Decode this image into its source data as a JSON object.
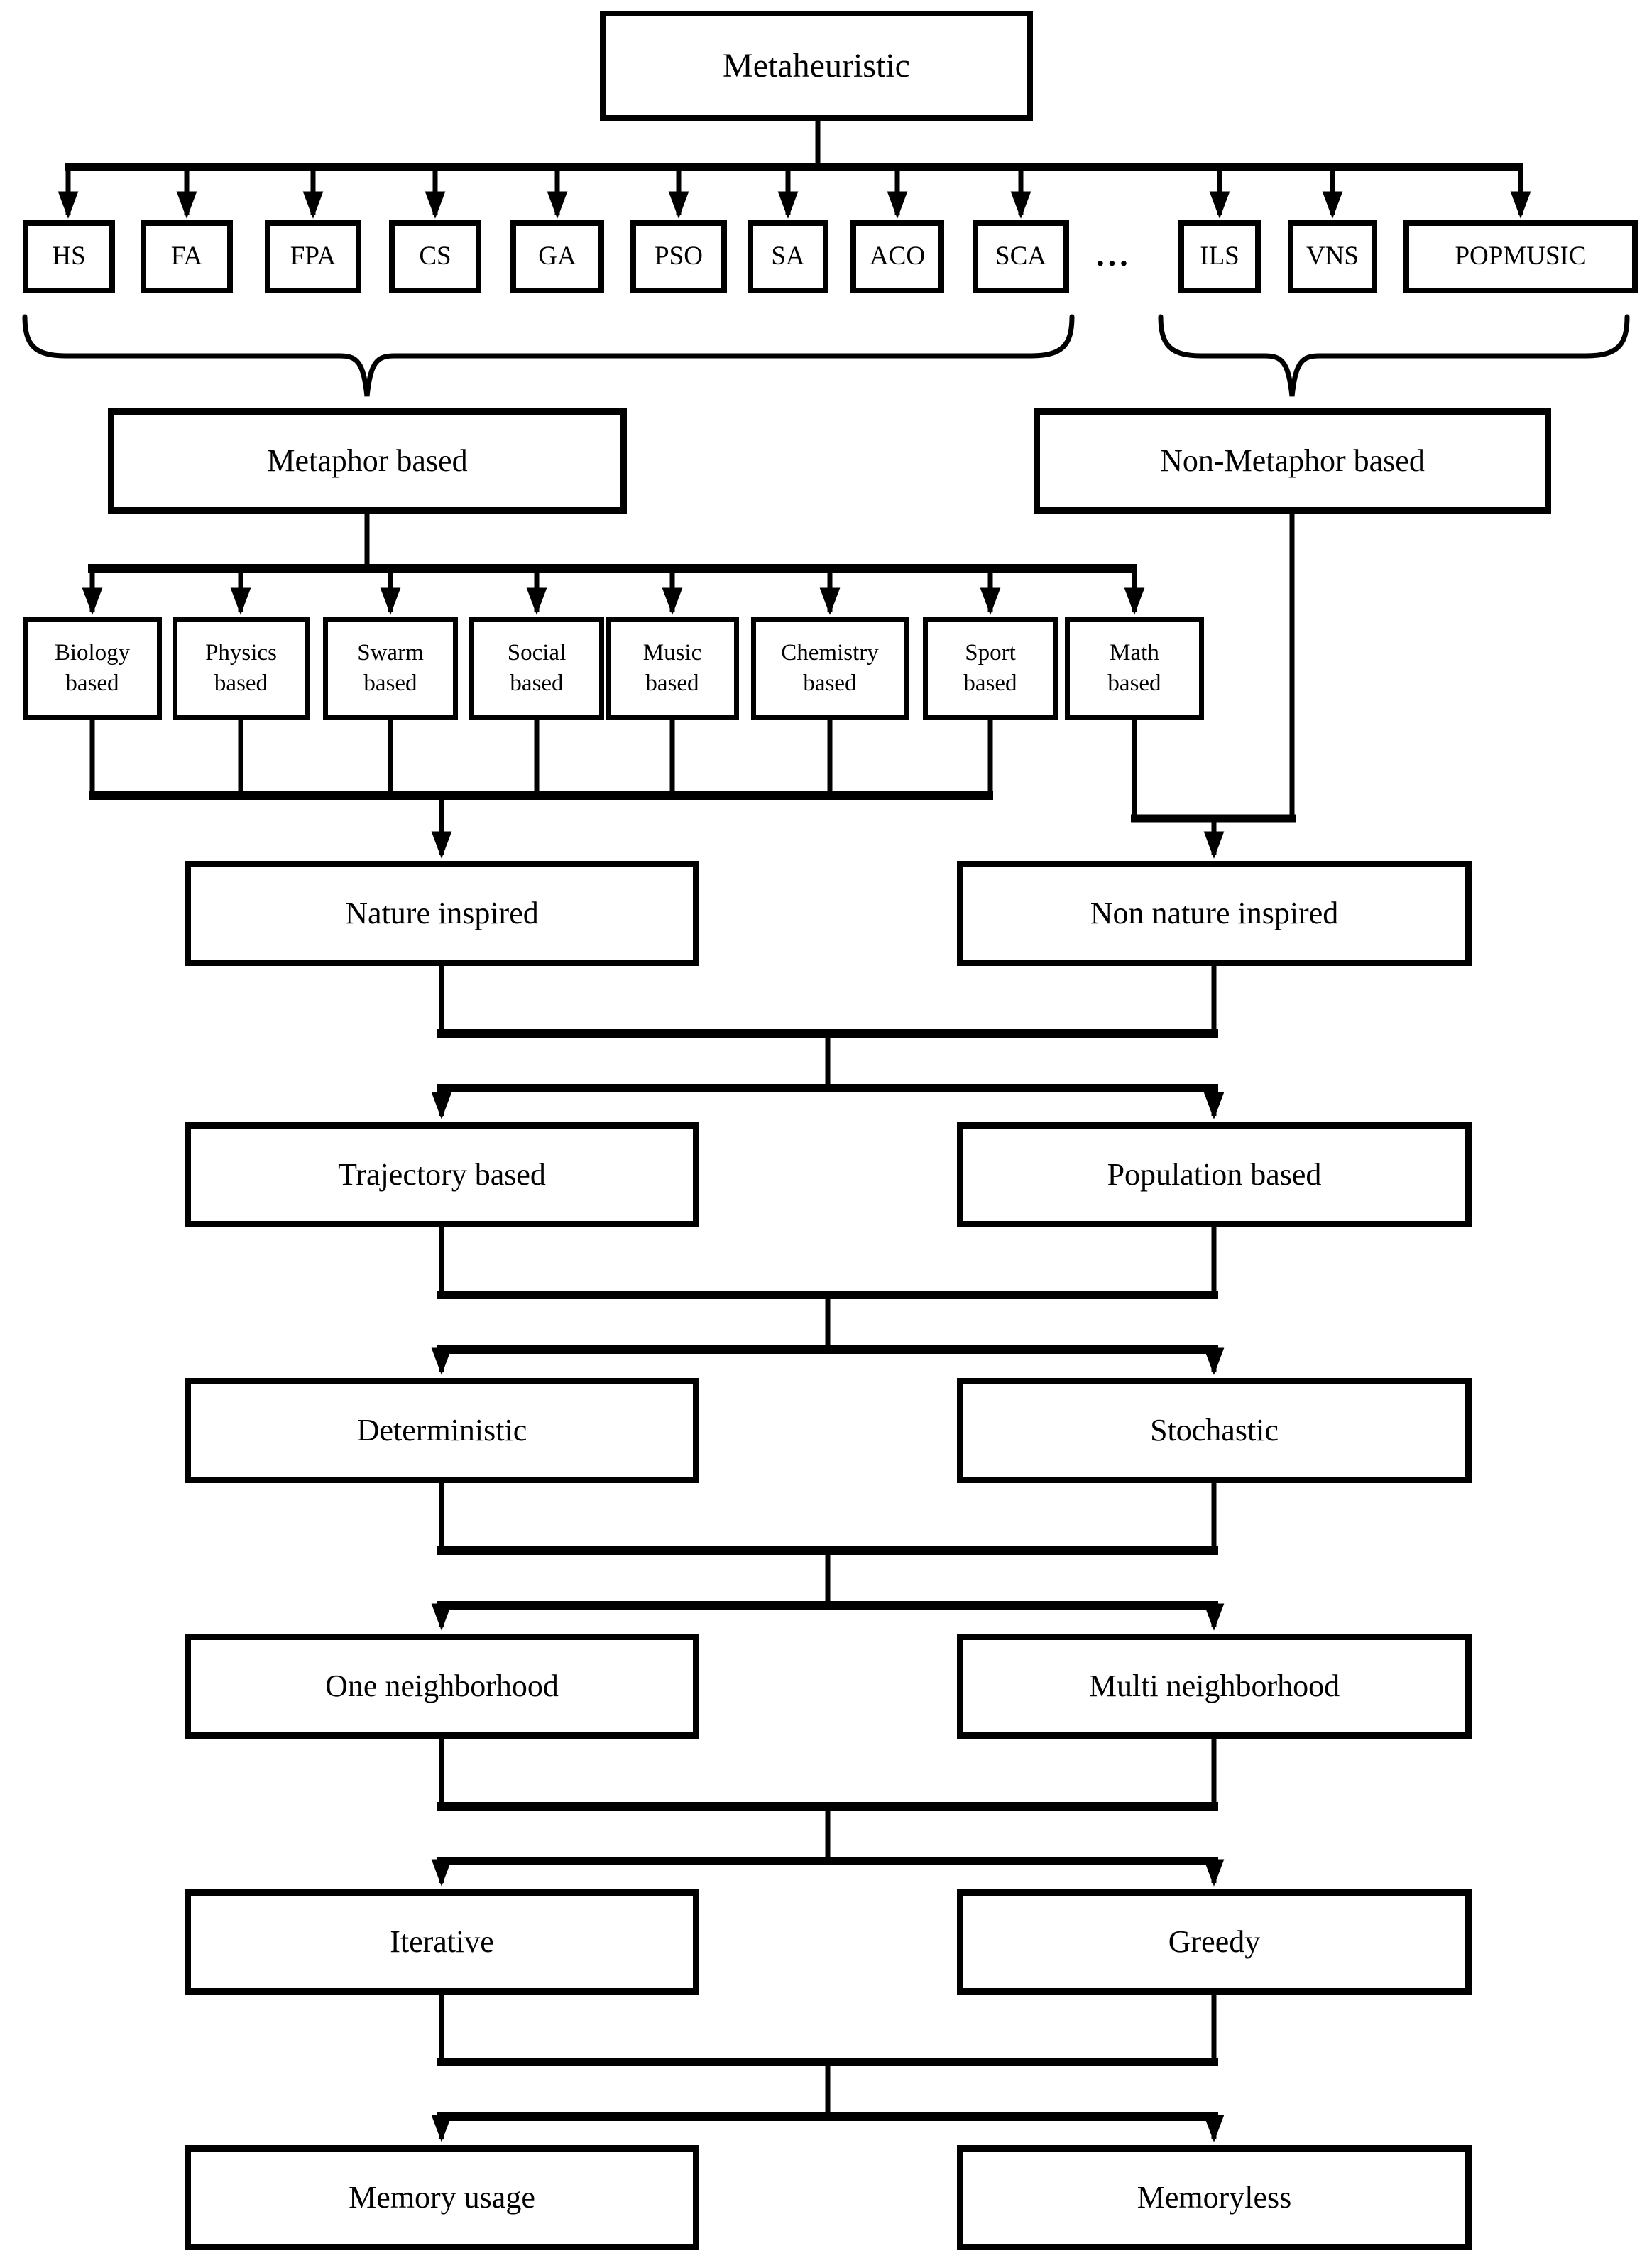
{
  "diagram": {
    "background_color": "#ffffff",
    "line_color": "#000000",
    "root": "Metaheuristic",
    "algorithms": [
      "HS",
      "FA",
      "FPA",
      "CS",
      "GA",
      "PSO",
      "SA",
      "ACO",
      "SCA",
      "ILS",
      "VNS",
      "POPMUSIC"
    ],
    "ellipsis": "...",
    "groups": {
      "metaphor": "Metaphor based",
      "non_metaphor": "Non-Metaphor based"
    },
    "metaphor_categories": [
      {
        "line1": "Biology",
        "line2": "based"
      },
      {
        "line1": "Physics",
        "line2": "based"
      },
      {
        "line1": "Swarm",
        "line2": "based"
      },
      {
        "line1": "Social",
        "line2": "based"
      },
      {
        "line1": "Music",
        "line2": "based"
      },
      {
        "line1": "Chemistry",
        "line2": "based"
      },
      {
        "line1": "Sport",
        "line2": "based"
      },
      {
        "line1": "Math",
        "line2": "based"
      }
    ],
    "levels": [
      {
        "left": "Nature inspired",
        "right": "Non nature inspired"
      },
      {
        "left": "Trajectory based",
        "right": "Population based"
      },
      {
        "left": "Deterministic",
        "right": "Stochastic"
      },
      {
        "left": "One neighborhood",
        "right": "Multi neighborhood"
      },
      {
        "left": "Iterative",
        "right": "Greedy"
      },
      {
        "left": "Memory usage",
        "right": "Memoryless"
      }
    ]
  }
}
